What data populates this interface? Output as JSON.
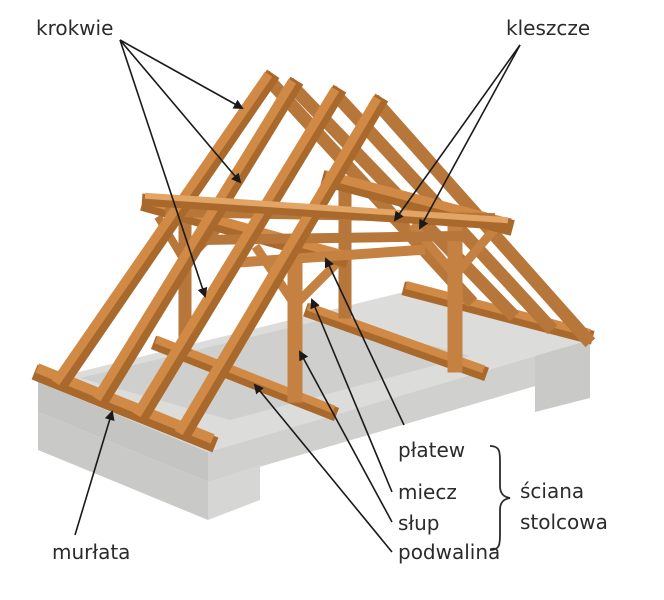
{
  "labels": {
    "krokwie": "krokwie",
    "kleszcze": "kleszcze",
    "platew": "płatew",
    "miecz": "miecz",
    "slup": "słup",
    "podwalina": "podwalina",
    "murlata": "murłata",
    "sciana_line1": "ściana",
    "sciana_line2": "stolcowa"
  },
  "colors": {
    "wood": "#d08a45",
    "wood_dark": "#a9692c",
    "wood_light": "#e2a566",
    "concrete_top": "#dcdcda",
    "concrete_side": "#c9c9c7",
    "arrow": "#1a1a1a",
    "text": "#2b2b2b"
  }
}
